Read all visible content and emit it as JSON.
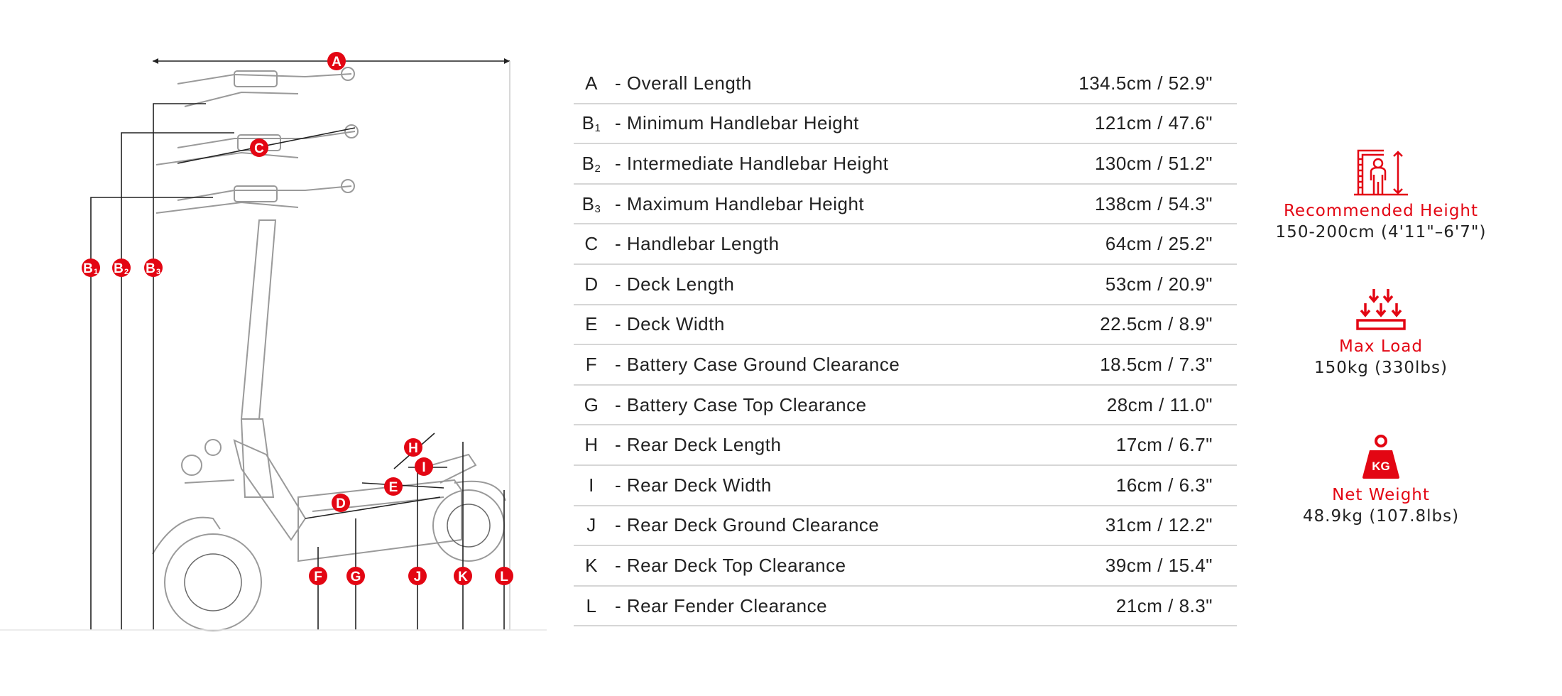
{
  "diagram": {
    "markers": {
      "A": "A",
      "B1": "B",
      "B1_sub": "1",
      "B2": "B",
      "B2_sub": "2",
      "B3": "B",
      "B3_sub": "3",
      "C": "C",
      "D": "D",
      "E": "E",
      "F": "F",
      "G": "G",
      "H": "H",
      "I": "I",
      "J": "J",
      "K": "K",
      "L": "L"
    }
  },
  "specs": [
    {
      "code": "A",
      "sub": "",
      "label": "- Overall Length",
      "value": "134.5cm / 52.9\""
    },
    {
      "code": "B",
      "sub": "1",
      "label": "- Minimum Handlebar Height",
      "value": "121cm / 47.6\""
    },
    {
      "code": "B",
      "sub": "2",
      "label": "- Intermediate Handlebar Height",
      "value": "130cm / 51.2\""
    },
    {
      "code": "B",
      "sub": "3",
      "label": "- Maximum Handlebar Height",
      "value": "138cm / 54.3\""
    },
    {
      "code": "C",
      "sub": "",
      "label": "- Handlebar Length",
      "value": "64cm / 25.2\""
    },
    {
      "code": "D",
      "sub": "",
      "label": "- Deck Length",
      "value": "53cm / 20.9\""
    },
    {
      "code": "E",
      "sub": "",
      "label": "- Deck Width",
      "value": "22.5cm / 8.9\""
    },
    {
      "code": "F",
      "sub": "",
      "label": "- Battery Case Ground Clearance",
      "value": "18.5cm / 7.3\""
    },
    {
      "code": "G",
      "sub": "",
      "label": "- Battery Case Top Clearance",
      "value": "28cm / 11.0\""
    },
    {
      "code": "H",
      "sub": "",
      "label": "- Rear Deck Length",
      "value": "17cm / 6.7\""
    },
    {
      "code": "I",
      "sub": "",
      "label": "- Rear Deck Width",
      "value": "16cm / 6.3\""
    },
    {
      "code": "J",
      "sub": "",
      "label": "- Rear Deck Ground Clearance",
      "value": "31cm / 12.2\""
    },
    {
      "code": "K",
      "sub": "",
      "label": "- Rear Deck Top Clearance",
      "value": "39cm / 15.4\""
    },
    {
      "code": "L",
      "sub": "",
      "label": "- Rear Fender Clearance",
      "value": "21cm / 8.3\""
    }
  ],
  "features": {
    "height": {
      "icon": "height-measure-icon",
      "title": "Recommended Height",
      "value": "150-200cm (4'11\"–6'7\")"
    },
    "load": {
      "icon": "load-arrows-icon",
      "title": "Max Load",
      "value": "150kg (330lbs)"
    },
    "weight": {
      "icon": "kg-weight-icon",
      "icon_text": "KG",
      "title": "Net Weight",
      "value": "48.9kg (107.8lbs)"
    }
  },
  "colors": {
    "accent": "#e30613",
    "text": "#222222",
    "divider": "#d6d6d6"
  }
}
